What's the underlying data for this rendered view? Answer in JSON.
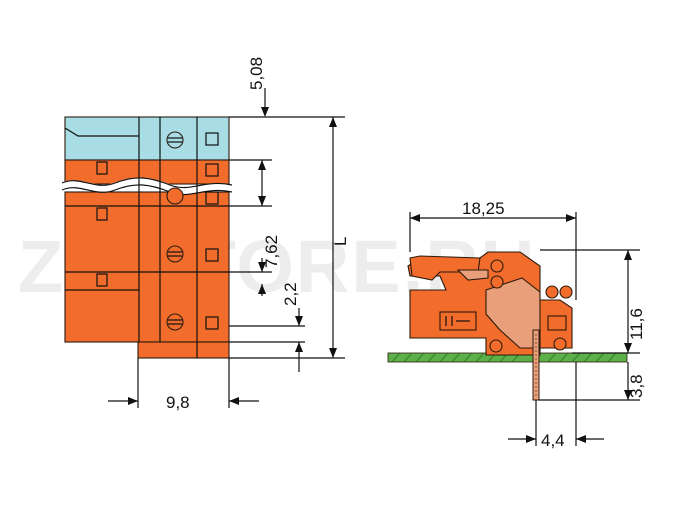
{
  "watermark": {
    "text": "ZIPSTORE.RU"
  },
  "colors": {
    "orange": "#f26c2b",
    "light_blue": "#a8dde6",
    "pcb_green": "#5cb04a",
    "line": "#111111",
    "watermark": "#e8e8e8"
  },
  "dimensions": {
    "pitch_top": "5,08",
    "pitch_mid": "7,62",
    "offset": "2,2",
    "length": "L",
    "width": "9,8",
    "depth": "18,25",
    "height": "11,6",
    "pin_length": "3,8",
    "pin_offset": "4,4"
  }
}
